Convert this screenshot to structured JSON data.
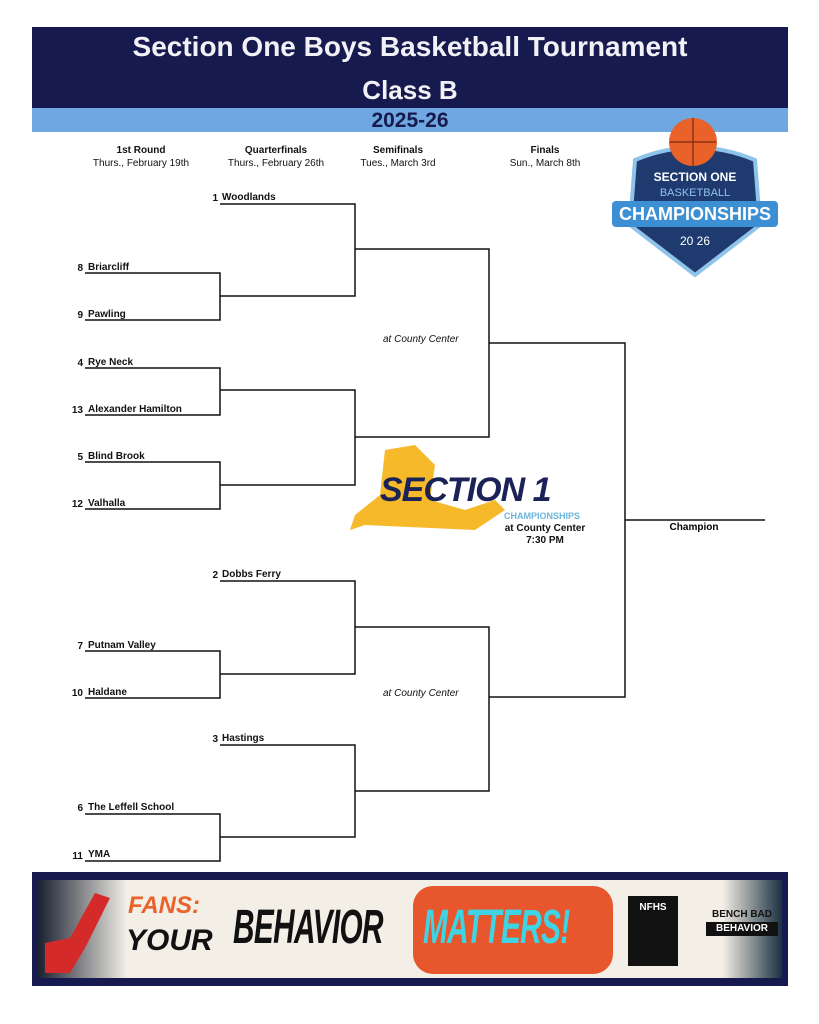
{
  "header": {
    "title": "Section One Boys Basketball Tournament",
    "class": "Class B",
    "season": "2025-26"
  },
  "rounds": [
    {
      "name": "1st Round",
      "date": "Thurs., February 19th"
    },
    {
      "name": "Quarterfinals",
      "date": "Thurs., February 26th"
    },
    {
      "name": "Semifinals",
      "date": "Tues., March 3rd"
    },
    {
      "name": "Finals",
      "date": "Sun., March 8th"
    }
  ],
  "teams": [
    {
      "seed": "1",
      "name": "Woodlands"
    },
    {
      "seed": "8",
      "name": "Briarcliff"
    },
    {
      "seed": "9",
      "name": "Pawling"
    },
    {
      "seed": "4",
      "name": "Rye Neck"
    },
    {
      "seed": "13",
      "name": "Alexander Hamilton"
    },
    {
      "seed": "5",
      "name": "Blind Brook"
    },
    {
      "seed": "12",
      "name": "Valhalla"
    },
    {
      "seed": "2",
      "name": "Dobbs Ferry"
    },
    {
      "seed": "7",
      "name": "Putnam Valley"
    },
    {
      "seed": "10",
      "name": "Haldane"
    },
    {
      "seed": "3",
      "name": "Hastings"
    },
    {
      "seed": "6",
      "name": "The Leffell School"
    },
    {
      "seed": "11",
      "name": "YMA"
    }
  ],
  "semifinal_venue": "at County Center",
  "final": {
    "venue": "at County Center",
    "time": "7:30 PM",
    "label": "Champion"
  },
  "logos": {
    "badge": {
      "line1": "SECTION ONE",
      "line2": "BASKETBALL",
      "line3": "CHAMPIONSHIPS",
      "year": "20 26"
    },
    "section1": {
      "text": "SECTION 1",
      "sub": "CHAMPIONSHIPS"
    }
  },
  "banner": {
    "fans": "FANS:",
    "your": "YOUR",
    "behavior": "BEHAVIOR",
    "matters": "MATTERS!",
    "nfhs": "NFHS",
    "bench1": "BENCH BAD",
    "bench2": "BEHAVIOR"
  },
  "colors": {
    "navy": "#161a4e",
    "light_blue": "#6fa7e0",
    "gold": "#f5b92a",
    "orange": "#e8622a"
  }
}
